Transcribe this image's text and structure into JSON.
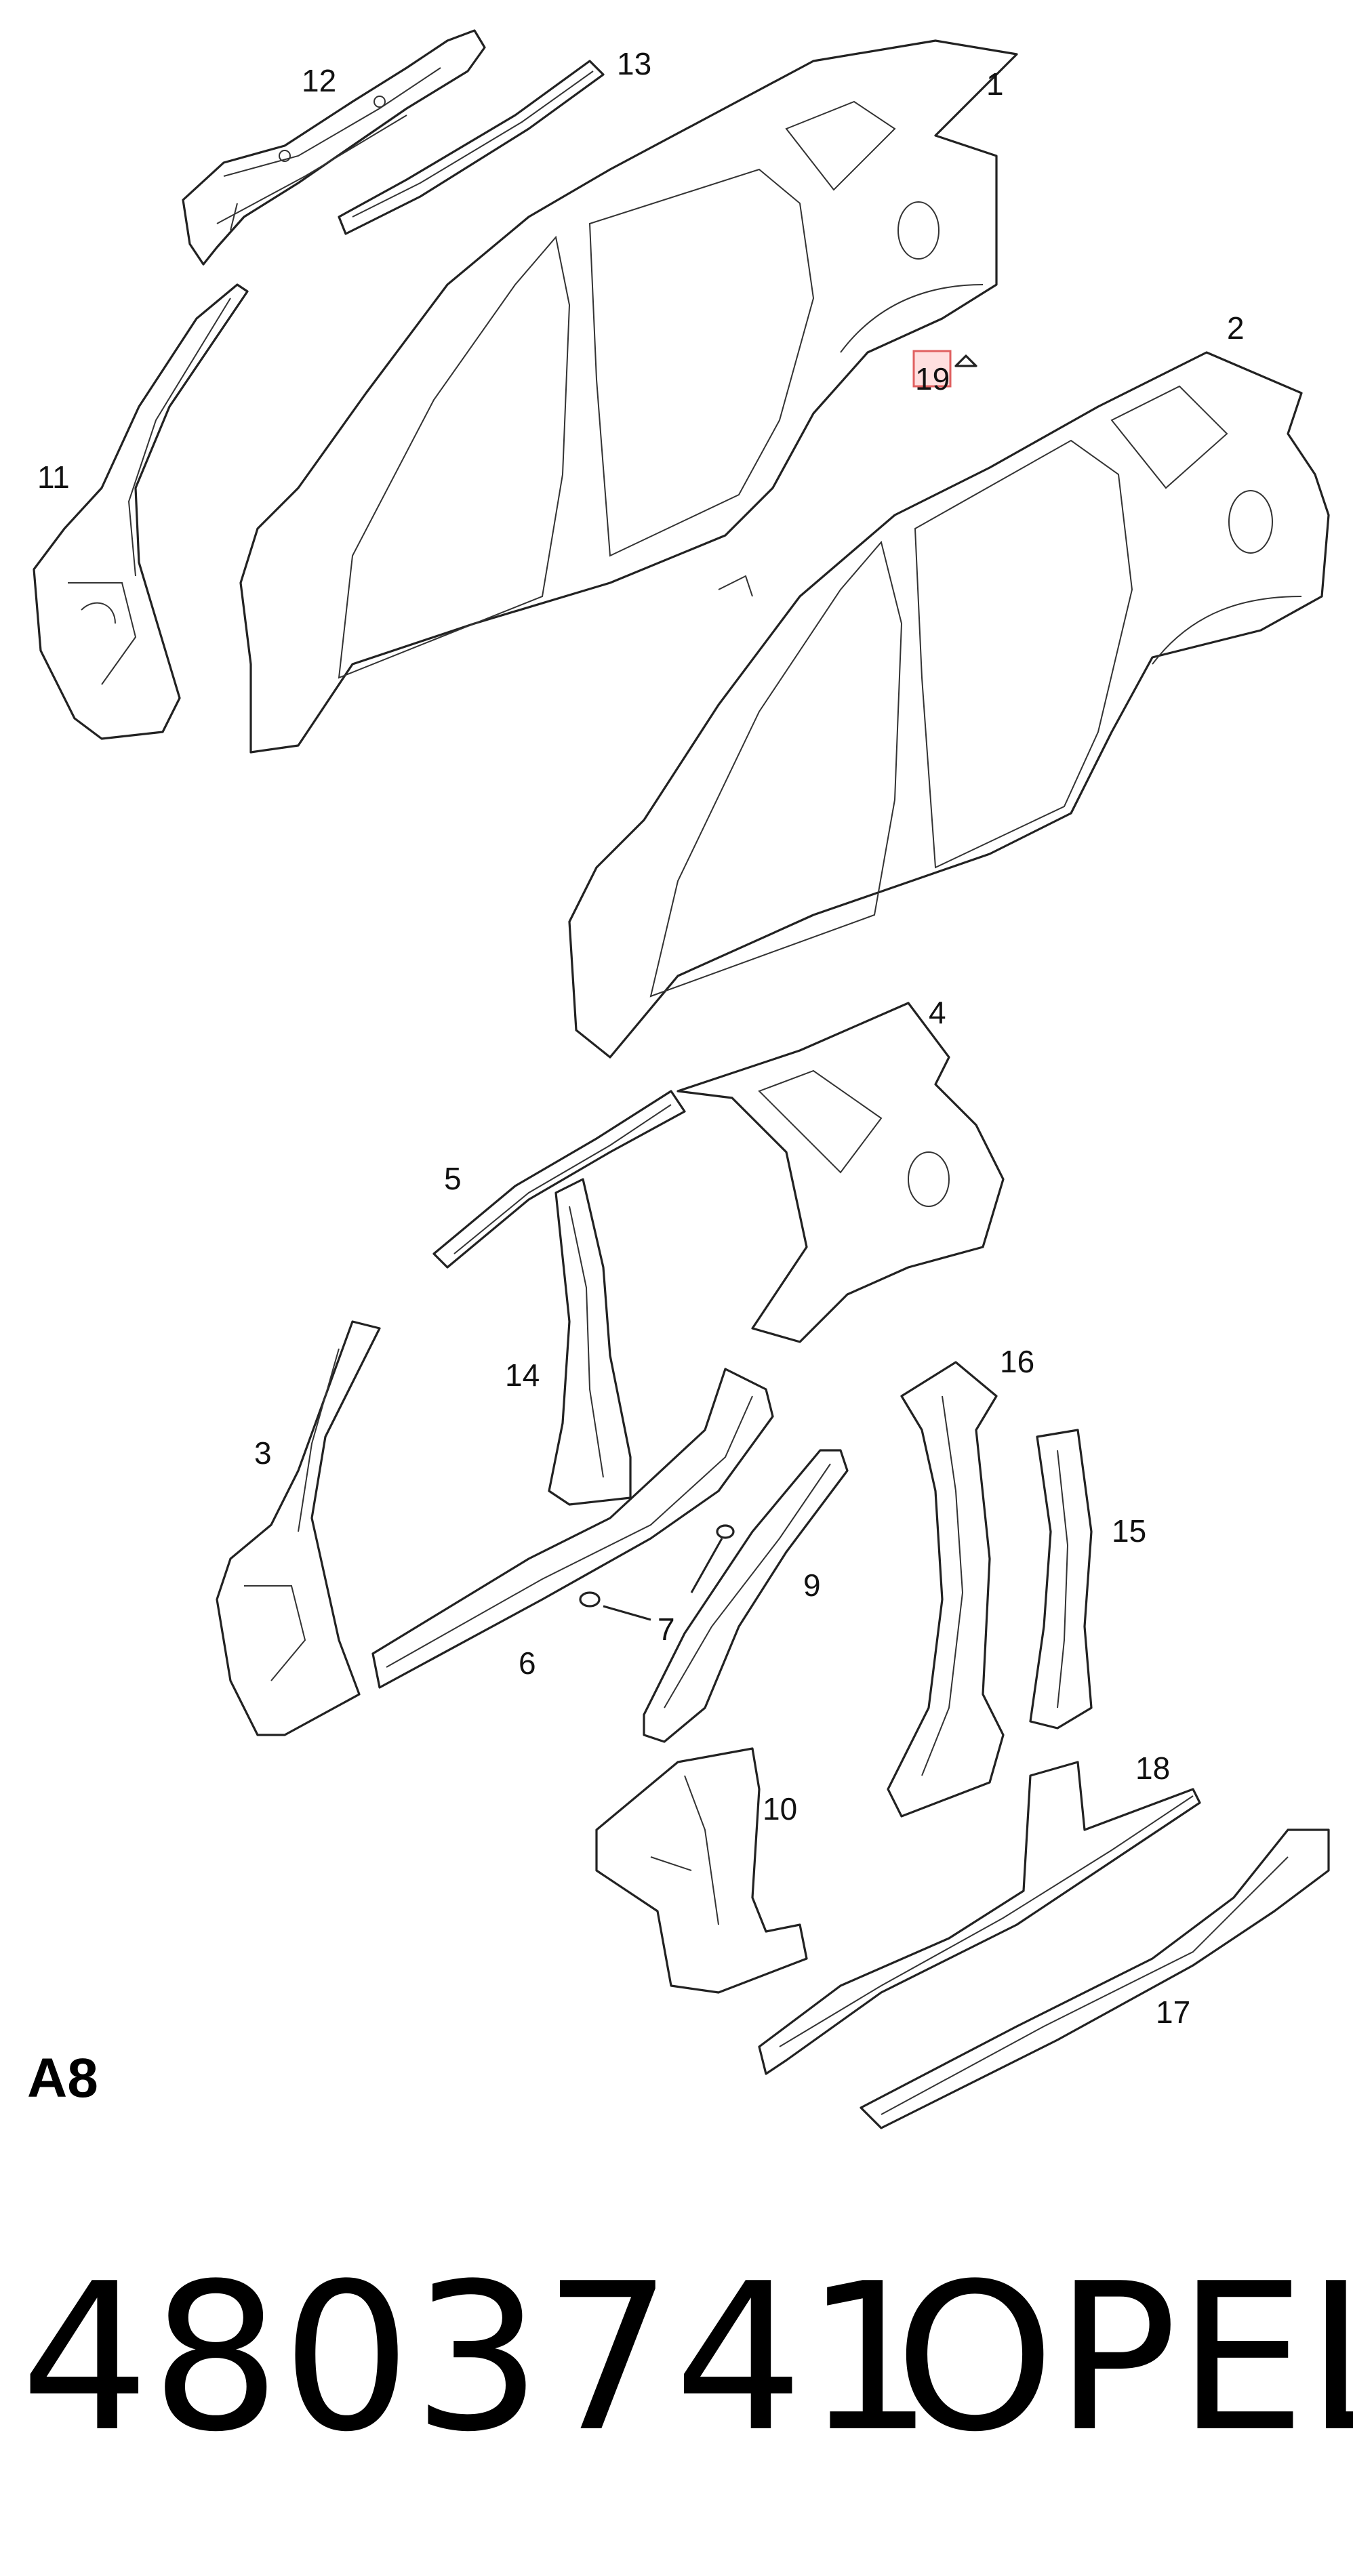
{
  "labels": {
    "p1": "1",
    "p2": "2",
    "p3": "3",
    "p4": "4",
    "p5": "5",
    "p6": "6",
    "p7": "7",
    "p9": "9",
    "p10": "10",
    "p11": "11",
    "p12": "12",
    "p13": "13",
    "p14": "14",
    "p15": "15",
    "p16": "16",
    "p17": "17",
    "p18": "18",
    "p19": "19"
  },
  "section_code": "A8",
  "part_number": "4803741",
  "brand": "OPEL",
  "colors": {
    "line": "#222222",
    "highlight": "#e06060",
    "background": "#ffffff"
  }
}
